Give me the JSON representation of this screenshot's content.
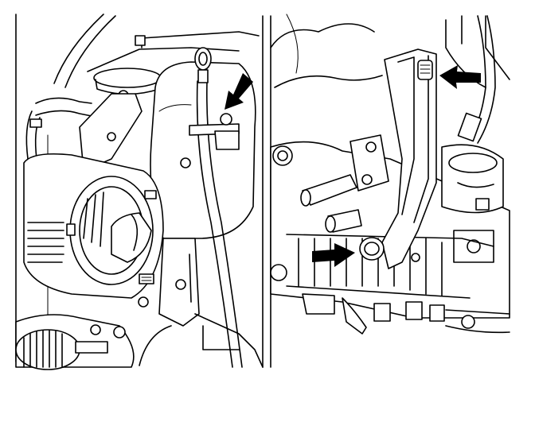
{
  "figure": {
    "panels": [
      "left-panel",
      "right-panel"
    ],
    "callout_arrows": 3,
    "line_color": "#000000",
    "background": "#ffffff"
  }
}
